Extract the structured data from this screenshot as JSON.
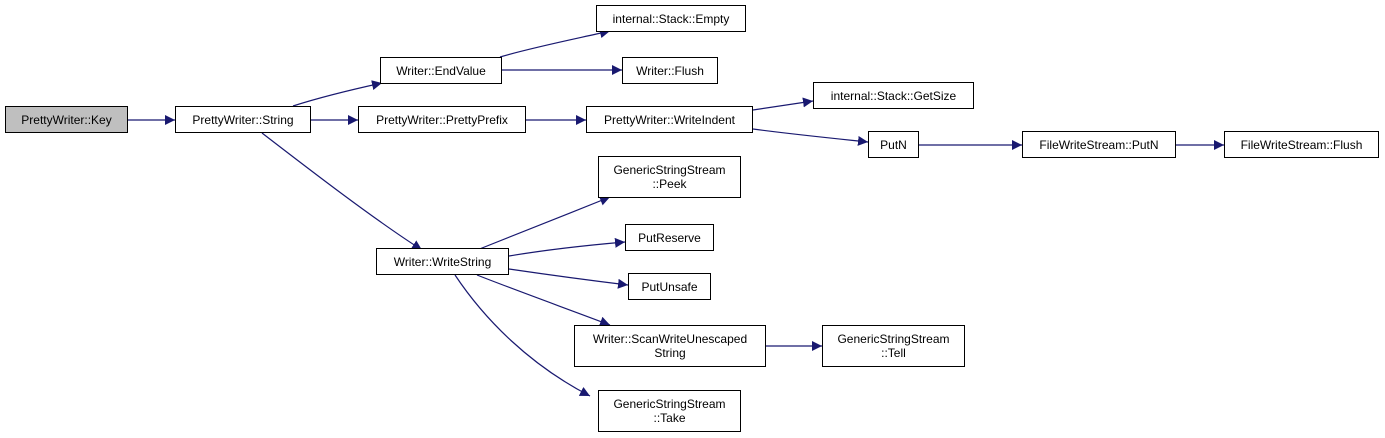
{
  "colors": {
    "edge": "#191970",
    "root_fill": "#bfbfbf",
    "node_fill": "#ffffff",
    "node_border": "#000000"
  },
  "nodes": {
    "key": "PrettyWriter::Key",
    "string": "PrettyWriter::String",
    "end_value": "Writer::EndValue",
    "stack_empty": "internal::Stack::Empty",
    "writer_flush": "Writer::Flush",
    "pretty_prefix": "PrettyWriter::PrettyPrefix",
    "write_indent": "PrettyWriter::WriteIndent",
    "stack_getsize": "internal::Stack::GetSize",
    "putn": "PutN",
    "fws_putn": "FileWriteStream::PutN",
    "fws_flush": "FileWriteStream::Flush",
    "write_string": "Writer::WriteString",
    "gss_peek": "GenericStringStream\n::Peek",
    "put_reserve": "PutReserve",
    "put_unsafe": "PutUnsafe",
    "scan_write": "Writer::ScanWriteUnescaped\nString",
    "gss_tell": "GenericStringStream\n::Tell",
    "gss_take": "GenericStringStream\n::Take"
  }
}
